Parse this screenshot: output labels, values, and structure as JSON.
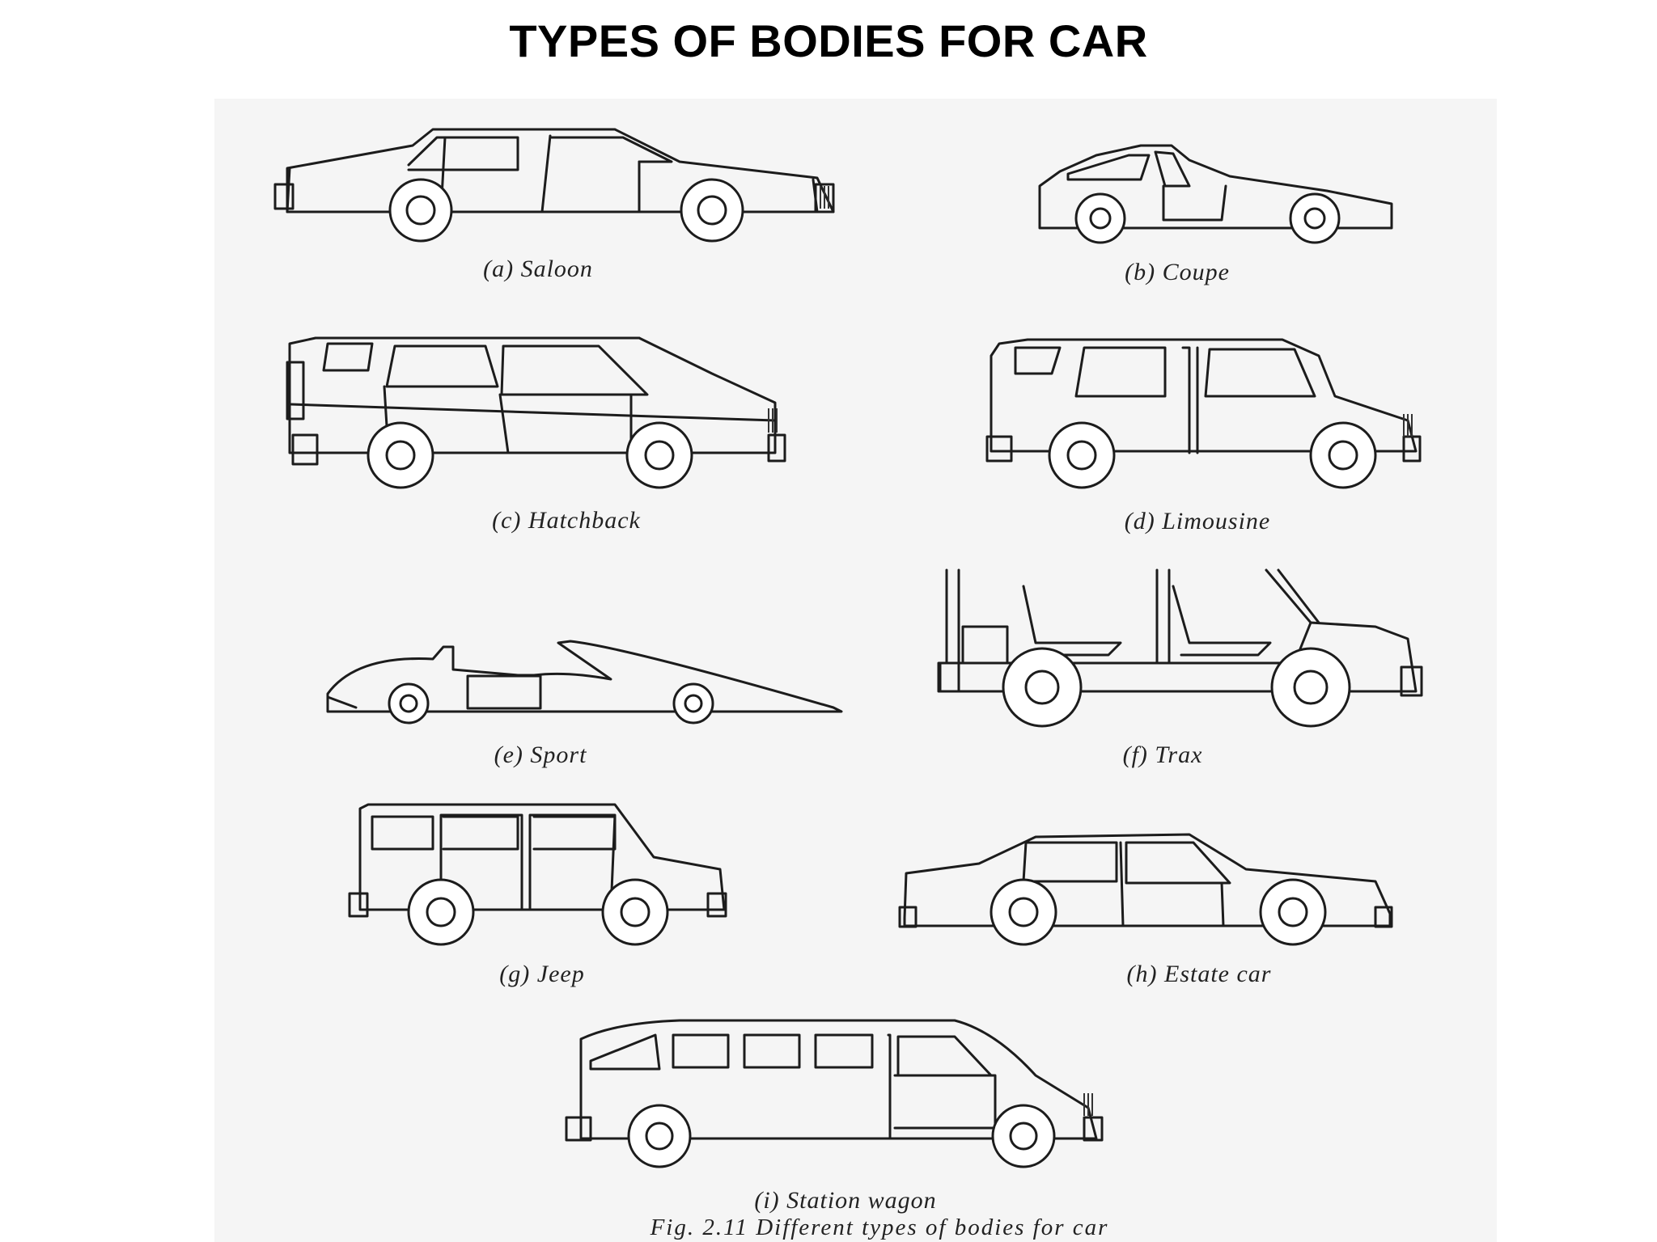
{
  "title": "TYPES OF BODIES FOR CAR",
  "figure": {
    "captions": [
      {
        "id": "saloon",
        "label": "(a) Saloon"
      },
      {
        "id": "coupe",
        "label": "(b) Coupe"
      },
      {
        "id": "hatchback",
        "label": "(c) Hatchback"
      },
      {
        "id": "limousine",
        "label": "(d) Limousine"
      },
      {
        "id": "sport",
        "label": "(e) Sport"
      },
      {
        "id": "trax",
        "label": "(f) Trax"
      },
      {
        "id": "jeep",
        "label": "(g) Jeep"
      },
      {
        "id": "estate",
        "label": "(h) Estate car"
      },
      {
        "id": "station-wagon",
        "label": "(i) Station wagon"
      }
    ],
    "figure_caption": "Fig. 2.11 Different types of bodies for car"
  },
  "colors": {
    "background": "#ffffff",
    "scan": "#f5f5f5",
    "ink": "#1c1c1c"
  }
}
